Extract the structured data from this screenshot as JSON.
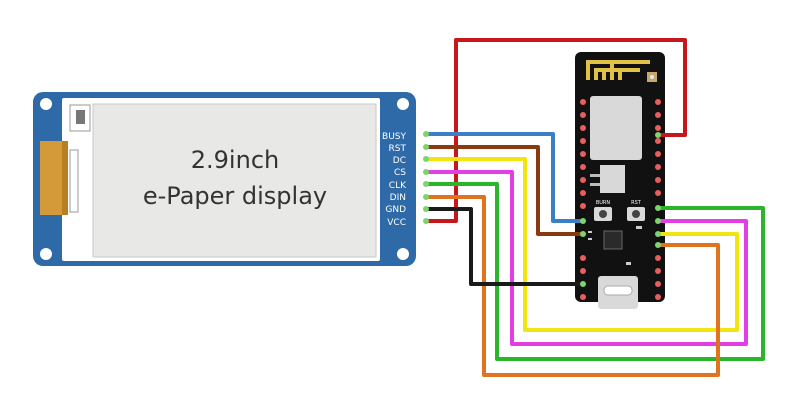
{
  "display": {
    "title_line1": "2.9inch",
    "title_line2": "e-Paper display",
    "pins": [
      "BUSY",
      "RST",
      "DC",
      "CS",
      "CLK",
      "DIN",
      "GND",
      "VCC"
    ]
  },
  "board": {
    "button_left": "BURN",
    "button_right": "RST"
  },
  "colors": {
    "pcb_blue": "#2e6aa8",
    "screen": "#e8e8e6",
    "board_black": "#111111",
    "wire_vcc": "#c8161d",
    "wire_busy": "#3b7fc4",
    "wire_rst": "#8b3a0f",
    "wire_dc": "#f2e40f",
    "wire_cs": "#e33ee6",
    "wire_clk": "#2bb52b",
    "wire_din": "#e07320",
    "wire_gnd": "#1a1a1a"
  }
}
